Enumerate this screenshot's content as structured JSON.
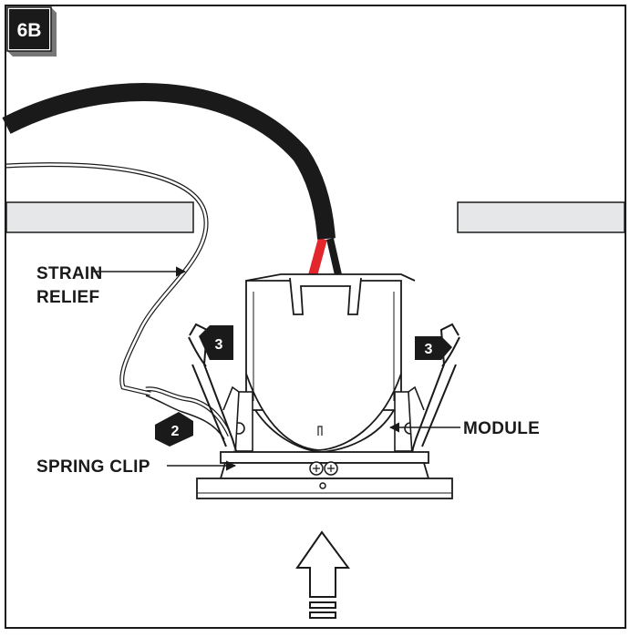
{
  "figure": {
    "step_label": "6B",
    "labels": {
      "strain_relief_line1": "STRAIN",
      "strain_relief_line2": "RELIEF",
      "module": "MODULE",
      "spring_clip": "SPRING CLIP"
    },
    "callouts": {
      "left_upper": "3",
      "right_upper": "3",
      "left_lower": "2"
    },
    "colors": {
      "line": "#1a1a1a",
      "cable": "#1a1a1a",
      "red_wire": "#e3262b",
      "ceiling": "#e6e7e8",
      "badge": "#1a1a1a"
    },
    "icons": {
      "push_arrow": "arrow-up-icon"
    }
  }
}
